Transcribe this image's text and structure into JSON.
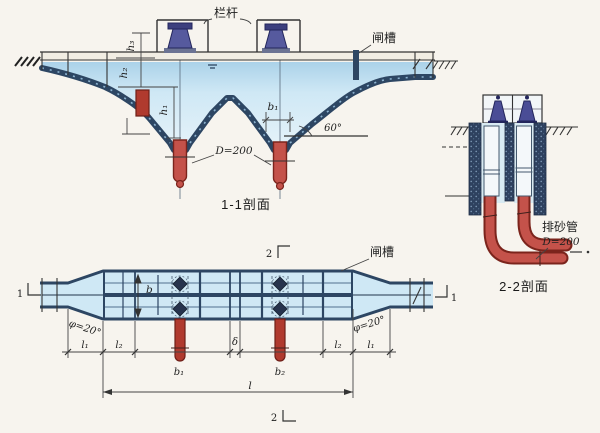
{
  "colors": {
    "background": "#f7f4ee",
    "water": "#cfe8f5",
    "wall_navy": "#2d4663",
    "pipe_red": "#c4524a",
    "pipe_red_dark": "#7b241c",
    "valve_purple": "#565a9e",
    "ink": "#333333"
  },
  "section_1_1": {
    "caption": "1-1剖面",
    "railing_label": "栏杆",
    "gate_slot_label": "闸槽",
    "dim_h3": "h₃",
    "dim_h2": "h₂",
    "dim_h1": "h₁",
    "dim_b1": "b₁",
    "angle_label": "60°",
    "pipe_diameter_label": "D=200"
  },
  "section_2_2": {
    "caption": "2-2剖面",
    "sand_pipe_label": "排砂管",
    "pipe_diameter_label": "D=200"
  },
  "plan": {
    "gate_slot_label": "闸槽",
    "width_label": "b",
    "angle_left_label": "φ=20°",
    "angle_right_label": "φ=20°",
    "dim_l1": "l₁",
    "dim_l2": "l₂",
    "dim_b1": "b₁",
    "dim_delta": "δ",
    "dim_b2": "b₂",
    "dim_l2_right": "l₂",
    "dim_l1_right": "l₁",
    "dim_total": "l",
    "mark_top": "2",
    "mark_bottom": "2",
    "mark_left": "1",
    "mark_right": "1"
  }
}
